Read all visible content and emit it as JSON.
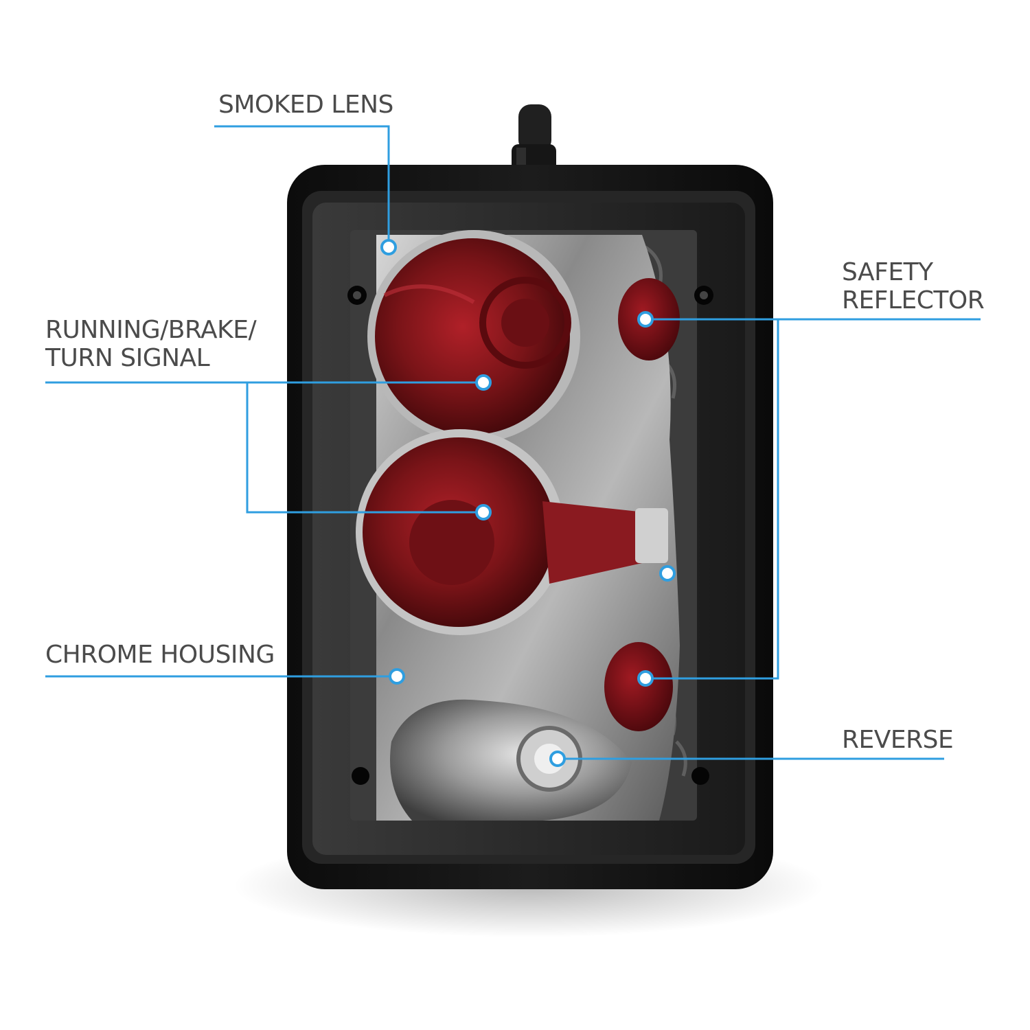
{
  "colors": {
    "background": "#ffffff",
    "callout_line": "#2f9ee0",
    "marker_fill": "#ffffff",
    "label_text": "#4b4b4b",
    "lens_red": "#7a1418",
    "housing_chrome": "#8e8e8e",
    "body_black": "#141414"
  },
  "product": {
    "description_icon": "smoked-tail-light-icon"
  },
  "callouts": {
    "smoked_lens": {
      "label": "SMOKED LENS"
    },
    "running_brake_turn": {
      "line1": "RUNNING/BRAKE/",
      "line2": "TURN SIGNAL"
    },
    "chrome_housing": {
      "label": "CHROME HOUSING"
    },
    "safety_reflector": {
      "line1": "SAFETY",
      "line2": "REFLECTOR"
    },
    "reverse": {
      "label": "REVERSE"
    }
  }
}
